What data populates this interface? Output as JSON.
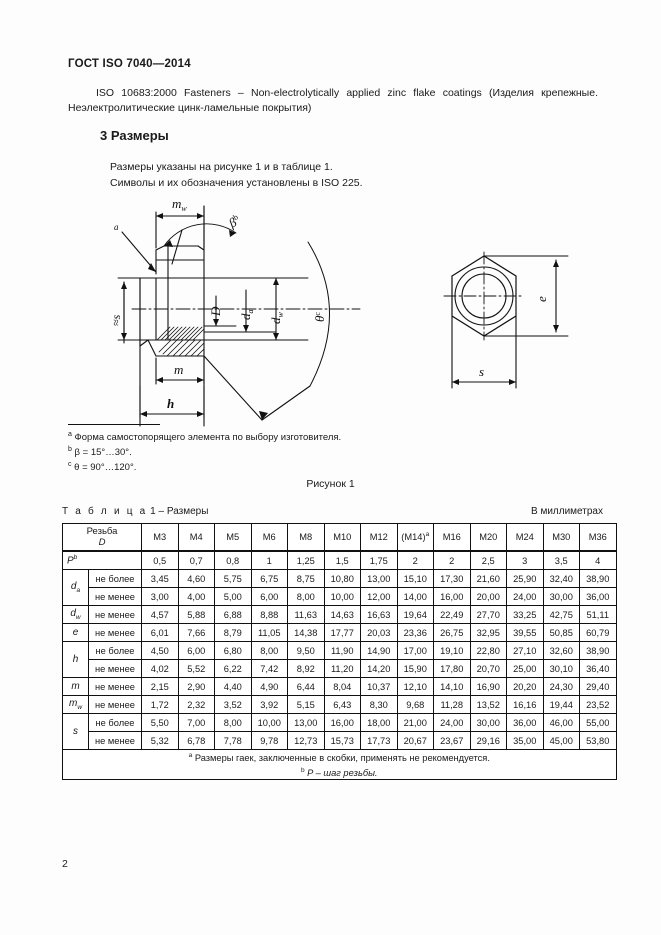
{
  "header": {
    "standard_id": "ГОСТ ISO 7040—2014"
  },
  "intro": {
    "paragraph": "ISO 10683:2000 Fasteners – Non-electrolytically applied zinc flake coatings (Изделия крепежные. Неэлектролитические цинк-ламельные покрытия)"
  },
  "section": {
    "number_and_title": "3 Размеры",
    "line1": "Размеры указаны на рисунке 1 и в таблице 1.",
    "line2": "Символы и их обозначения установлены в ISO 225."
  },
  "figure": {
    "caption": "Рисунок 1",
    "labels": {
      "mw": "m",
      "mw_sub": "w",
      "beta": "β",
      "beta_sup": "b",
      "approx_s": "≈s",
      "a_marker": "a",
      "D": "D",
      "da": "d",
      "da_sub": "a",
      "dw": "d",
      "dw_sub": "w",
      "theta": "θ",
      "theta_sup": "c",
      "m": "m",
      "h": "h",
      "e": "e",
      "s": "s"
    },
    "notes": [
      {
        "mark": "a",
        "text": "Форма самостопорящего элемента по выбору изготовителя."
      },
      {
        "mark": "b",
        "text": "β = 15°…30°."
      },
      {
        "mark": "c",
        "text": "θ = 90°…120°."
      }
    ]
  },
  "table": {
    "caption_label": "Т а б л и ц а",
    "caption_rest": "1 – Размеры",
    "units_note": "В миллиметрах",
    "thread_header_line1": "Резьба",
    "thread_header_line2": "D",
    "columns": [
      "M3",
      "M4",
      "M5",
      "M6",
      "M8",
      "M10",
      "M12",
      "(M14)",
      "M16",
      "M20",
      "M24",
      "M30",
      "M36"
    ],
    "m14_footnote_mark": "a",
    "limits": {
      "max": "не более",
      "min": "не менее"
    },
    "rows": [
      {
        "symbol": "P",
        "symbol_sup": "b",
        "limit": "",
        "values": [
          "0,5",
          "0,7",
          "0,8",
          "1",
          "1,25",
          "1,5",
          "1,75",
          "2",
          "2",
          "2,5",
          "3",
          "3,5",
          "4"
        ]
      },
      {
        "symbol": "d",
        "symbol_sub": "a",
        "limit": "не более",
        "values": [
          "3,45",
          "4,60",
          "5,75",
          "6,75",
          "8,75",
          "10,80",
          "13,00",
          "15,10",
          "17,30",
          "21,60",
          "25,90",
          "32,40",
          "38,90"
        ]
      },
      {
        "symbol": "d",
        "symbol_sub": "a",
        "limit": "не менее",
        "values": [
          "3,00",
          "4,00",
          "5,00",
          "6,00",
          "8,00",
          "10,00",
          "12,00",
          "14,00",
          "16,00",
          "20,00",
          "24,00",
          "30,00",
          "36,00"
        ]
      },
      {
        "symbol": "d",
        "symbol_sub": "w",
        "limit": "не менее",
        "values": [
          "4,57",
          "5,88",
          "6,88",
          "8,88",
          "11,63",
          "14,63",
          "16,63",
          "19,64",
          "22,49",
          "27,70",
          "33,25",
          "42,75",
          "51,11"
        ]
      },
      {
        "symbol": "e",
        "symbol_sub": "",
        "limit": "не менее",
        "values": [
          "6,01",
          "7,66",
          "8,79",
          "11,05",
          "14,38",
          "17,77",
          "20,03",
          "23,36",
          "26,75",
          "32,95",
          "39,55",
          "50,85",
          "60,79"
        ]
      },
      {
        "symbol": "h",
        "symbol_sub": "",
        "limit": "не более",
        "values": [
          "4,50",
          "6,00",
          "6,80",
          "8,00",
          "9,50",
          "11,90",
          "14,90",
          "17,00",
          "19,10",
          "22,80",
          "27,10",
          "32,60",
          "38,90"
        ]
      },
      {
        "symbol": "h",
        "symbol_sub": "",
        "limit": "не менее",
        "values": [
          "4,02",
          "5,52",
          "6,22",
          "7,42",
          "8,92",
          "11,20",
          "14,20",
          "15,90",
          "17,80",
          "20,70",
          "25,00",
          "30,10",
          "36,40"
        ]
      },
      {
        "symbol": "m",
        "symbol_sub": "",
        "limit": "не менее",
        "values": [
          "2,15",
          "2,90",
          "4,40",
          "4,90",
          "6,44",
          "8,04",
          "10,37",
          "12,10",
          "14,10",
          "16,90",
          "20,20",
          "24,30",
          "29,40"
        ]
      },
      {
        "symbol": "m",
        "symbol_sub": "w",
        "limit": "не менее",
        "values": [
          "1,72",
          "2,32",
          "3,52",
          "3,92",
          "5,15",
          "6,43",
          "8,30",
          "9,68",
          "11,28",
          "13,52",
          "16,16",
          "19,44",
          "23,52"
        ]
      },
      {
        "symbol": "s",
        "symbol_sub": "",
        "limit": "не более",
        "values": [
          "5,50",
          "7,00",
          "8,00",
          "10,00",
          "13,00",
          "16,00",
          "18,00",
          "21,00",
          "24,00",
          "30,00",
          "36,00",
          "46,00",
          "55,00"
        ]
      },
      {
        "symbol": "s",
        "symbol_sub": "",
        "limit": "не менее",
        "values": [
          "5,32",
          "6,78",
          "7,78",
          "9,78",
          "12,73",
          "15,73",
          "17,73",
          "20,67",
          "23,67",
          "29,16",
          "35,00",
          "45,00",
          "53,80"
        ]
      }
    ],
    "footnotes": [
      {
        "mark": "a",
        "text": "Размеры гаек, заключенные в скобки, применять не рекомендуется."
      },
      {
        "mark": "b",
        "text": "P – шаг резьбы."
      }
    ]
  },
  "footer": {
    "page_number": "2"
  }
}
